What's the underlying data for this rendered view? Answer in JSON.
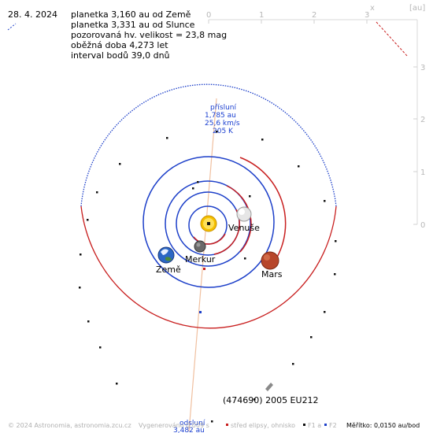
{
  "header": {
    "date": "28. 4. 2024",
    "lines": [
      "planetka 3,160 au od Země",
      "planetka 3,331 au od Slunce",
      "pozorovaná hv. velikost = 23,8 mag",
      "oběžná doba 4,273 let",
      "interval bodů 39,0 dnů"
    ]
  },
  "axes": {
    "x_ticks": [
      "0",
      "1",
      "2",
      "3"
    ],
    "y_ticks": [
      "3",
      "2",
      "1",
      "0"
    ],
    "x_label": "x",
    "unit_label": "[au]"
  },
  "bodies": {
    "venus": "Venuše",
    "earth": "Země",
    "mercury": "Merkur",
    "mars": "Mars",
    "asteroid": "(474690) 2005 EU212"
  },
  "perihelion": {
    "title": "přísluní",
    "distance": "1,785 au",
    "speed": "25,6 km/s",
    "temp": "205 K"
  },
  "aphelion": {
    "title": "odsluní",
    "distance": "3,482 au"
  },
  "footer": {
    "copyright": "© 2024 Astronomia, astronomia.zcu.cz",
    "generated": "Vygenerováno 0,009 s",
    "legend_center": "střed elipsy, ohnisko",
    "legend_f1": "F1 a",
    "legend_f2": "F2",
    "scale": "Měřítko: 0,0150 au/bod"
  },
  "colors": {
    "orbit_blue": "#1c3fc9",
    "orbit_red": "#c81e1e",
    "axis_line": "#f0c8a8",
    "sun": "#f2c200"
  }
}
